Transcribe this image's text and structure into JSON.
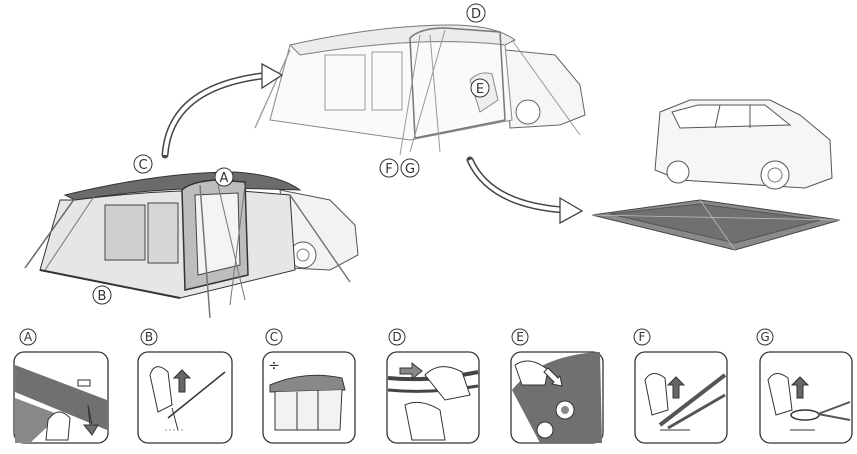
{
  "callouts": {
    "a": "A",
    "b": "B",
    "c": "C",
    "d": "D",
    "e": "E",
    "f": "F",
    "g": "G"
  },
  "steps": [
    {
      "label": "A"
    },
    {
      "label": "B"
    },
    {
      "label": "C"
    },
    {
      "label": "D"
    },
    {
      "label": "E"
    },
    {
      "label": "F"
    },
    {
      "label": "G"
    }
  ]
}
